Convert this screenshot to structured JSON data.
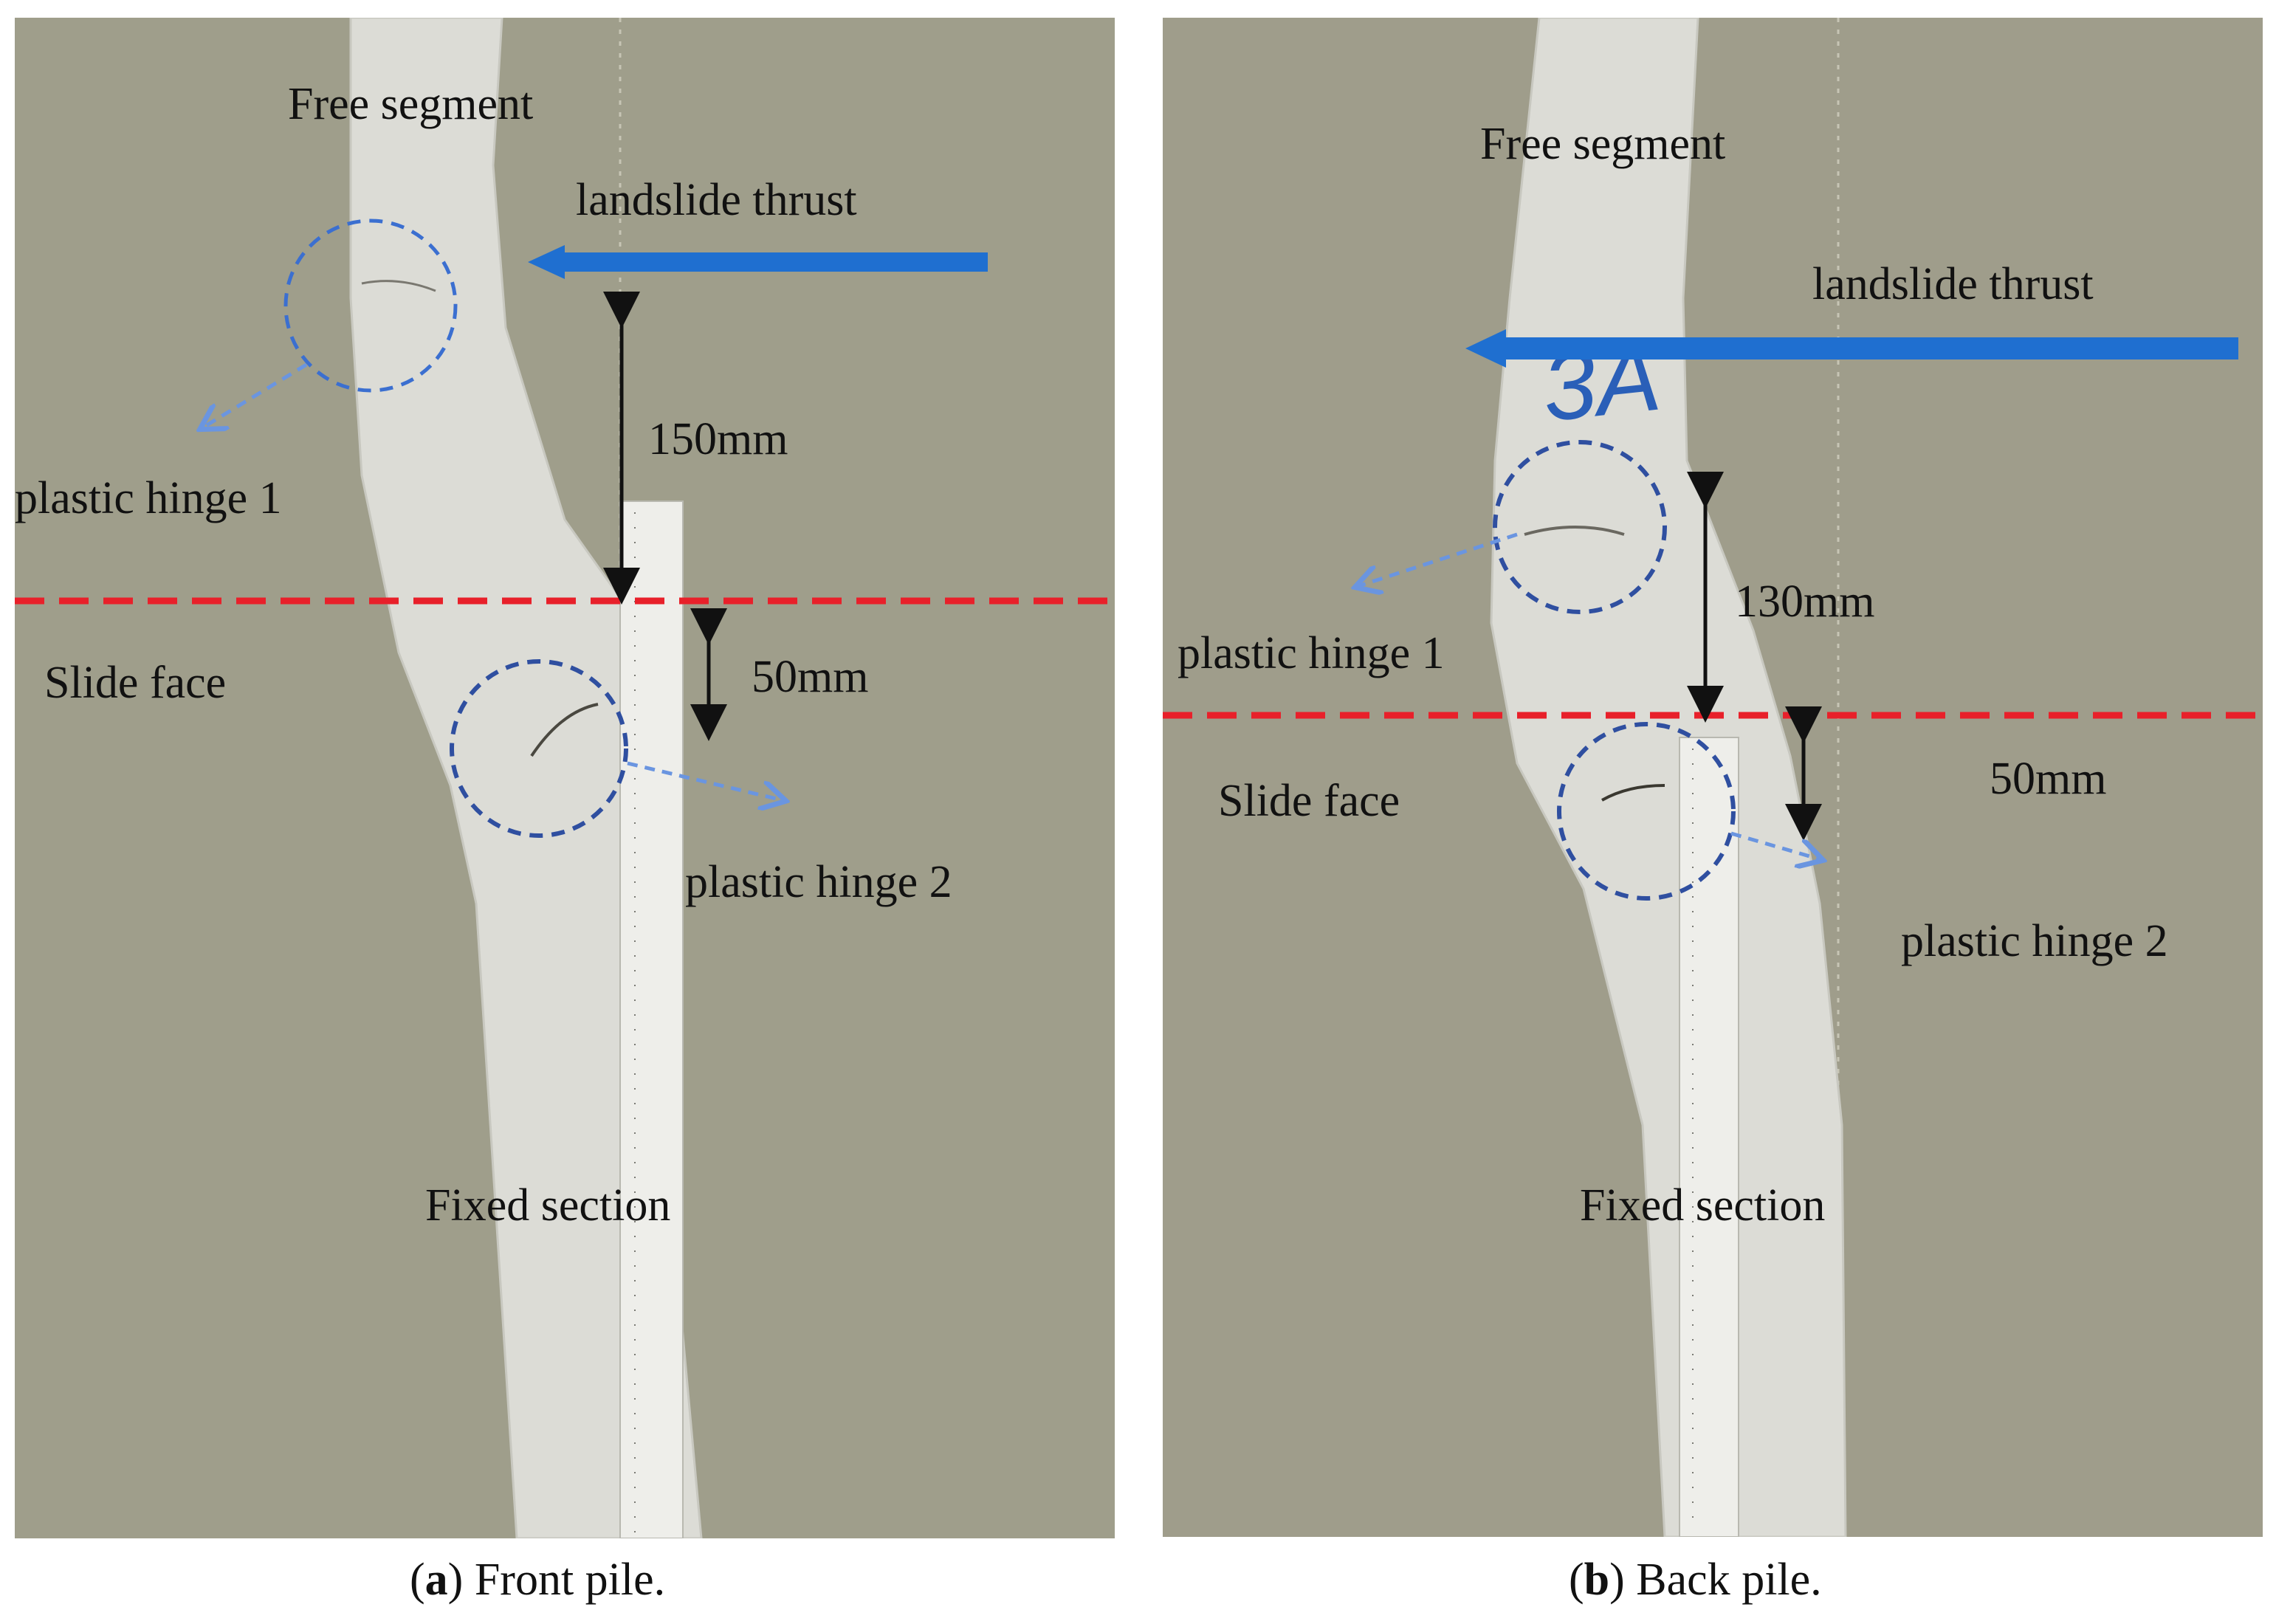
{
  "panels": [
    {
      "id": "a",
      "labels": {
        "free_segment": "Free segment",
        "landslide_thrust": "landslide thrust",
        "distance_above": "150mm",
        "plastic_hinge_1": "plastic hinge 1",
        "slide_face": "Slide face",
        "distance_below": "50mm",
        "plastic_hinge_2": "plastic hinge 2",
        "fixed_section": "Fixed section"
      },
      "caption": {
        "letter": "a",
        "open": "(",
        "close": ")",
        "text": " Front pile."
      }
    },
    {
      "id": "b",
      "labels": {
        "free_segment": "Free segment",
        "landslide_thrust": "landslide thrust",
        "distance_above": "130mm",
        "plastic_hinge_1": "plastic hinge 1",
        "slide_face": "Slide face",
        "distance_below": "50mm",
        "plastic_hinge_2": "plastic hinge 2",
        "fixed_section": "Fixed section",
        "pile_marking": "3A"
      },
      "caption": {
        "letter": "b",
        "open": "(",
        "close": ")",
        "text": " Back pile."
      }
    }
  ],
  "colors": {
    "background": "#9c9a88",
    "pile": "#dcdcd6",
    "slide_face_line": "#e8202a",
    "thrust_arrow": "#1f6fd0",
    "hinge_circle": "#3b5fb0",
    "hinge_arrow": "#6a95e0",
    "dimension_arrow": "#111111"
  },
  "icons": [
    "thrust-arrow-icon",
    "dimension-arrow-icon",
    "hinge-circle-icon"
  ]
}
